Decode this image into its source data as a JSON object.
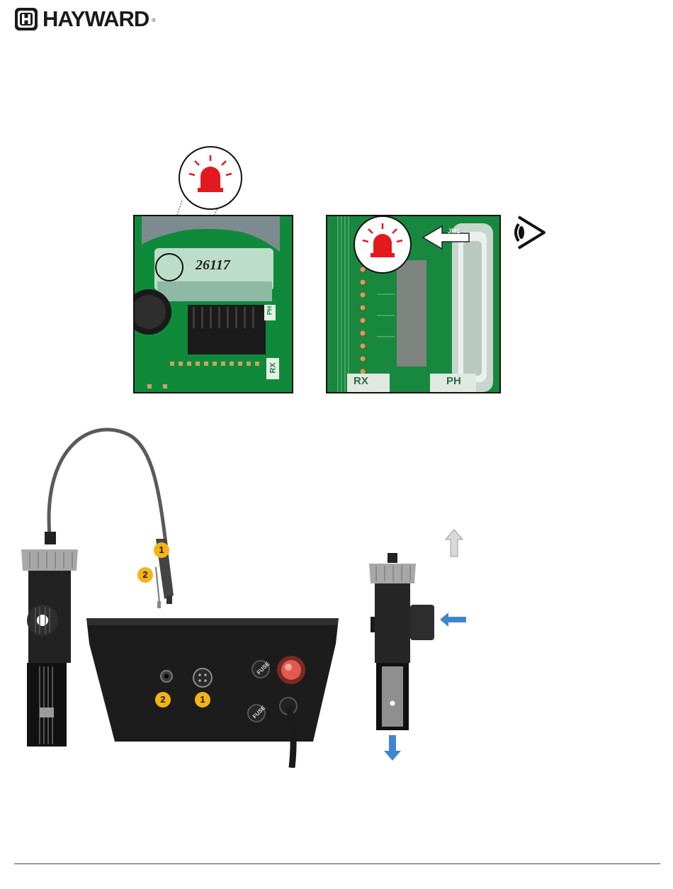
{
  "header": {
    "brand_name": "HAYWARD",
    "registered_mark": "®"
  },
  "pcb_photo_1": {
    "component_text": "26117",
    "label_ph": "PH",
    "label_rx": "RX"
  },
  "pcb_photo_2": {
    "label_rx": "RX",
    "label_ph": "PH",
    "label_jm1": "JM1"
  },
  "callouts": {
    "probe_connector_label": "1",
    "probe_jack_label": "2",
    "panel_jack_label": "2",
    "panel_connector_label": "1"
  },
  "control_box": {
    "fuse_top_text": "FUSE",
    "fuse_bottom_text": "FUSE"
  },
  "colors": {
    "pcb_green": "#118a3c",
    "alarm_red": "#e3191f",
    "callout_yellow": "#f2b417",
    "flow_arrow_blue": "#3f86d1",
    "flow_arrow_grey": "#d9d9d9"
  }
}
